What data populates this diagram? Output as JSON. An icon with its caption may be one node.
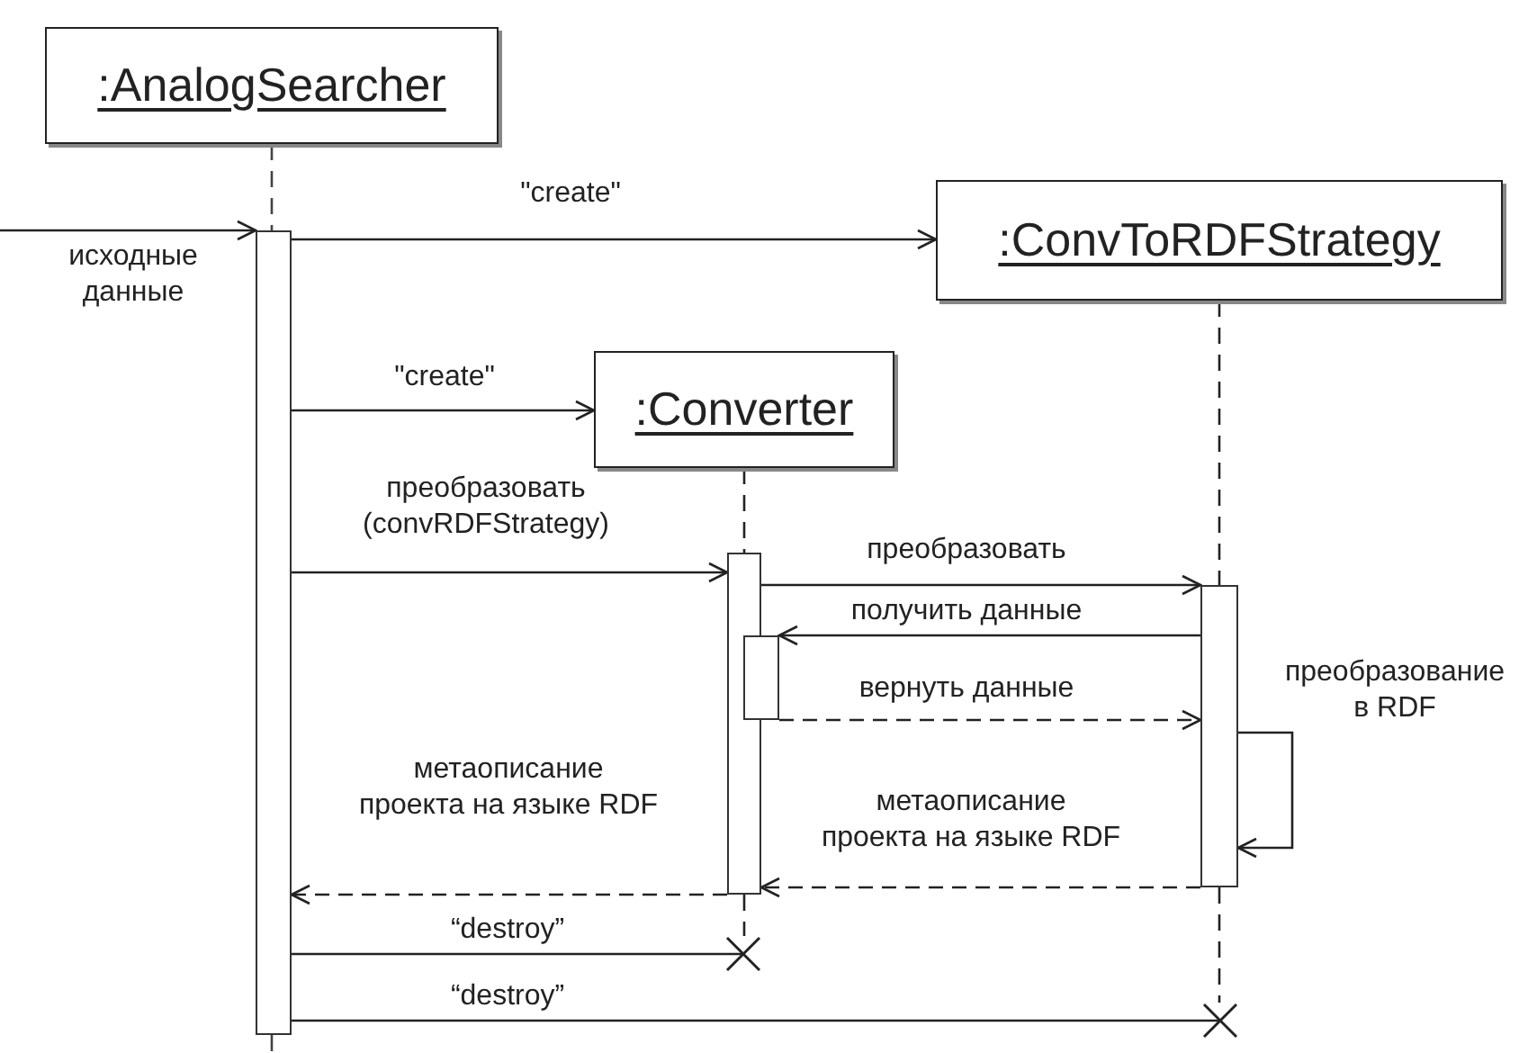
{
  "diagram": {
    "nodes": [
      {
        "text": [
          ":AnalogSearcher"
        ]
      },
      {
        "text": [
          ":ConvToRDFStrategy"
        ]
      },
      {
        "text": [
          ":Converter"
        ]
      },
      {
        "text": [],
        "shape": "bar"
      },
      {
        "text": [],
        "shape": "bar"
      },
      {
        "text": [],
        "shape": "bar"
      },
      {
        "text": [],
        "shape": "bar"
      },
      {
        "text": [],
        "shape": "cross"
      },
      {
        "text": [],
        "shape": "cross"
      }
    ],
    "edges": [
      {
        "from": null,
        "to": 3,
        "arrow": "to",
        "label": "исходные данные"
      },
      {
        "from": 3,
        "to": 1,
        "arrow": "to",
        "label": "\"create\""
      },
      {
        "from": 3,
        "to": 2,
        "arrow": "to",
        "label": "\"create\""
      },
      {
        "from": 3,
        "to": 4,
        "arrow": "to",
        "label": "преобразовать (convRDFStrategy)"
      },
      {
        "from": 4,
        "to": 5,
        "arrow": "to",
        "label": "преобразовать"
      },
      {
        "from": 5,
        "to": 6,
        "arrow": "to",
        "label": "получить данные"
      },
      {
        "from": 6,
        "to": 5,
        "arrow": "to",
        "label": "вернуть данные",
        "style": "dashed"
      },
      {
        "from": 5,
        "to": 5,
        "arrow": "to",
        "label": "преобразование в RDF"
      },
      {
        "from": 5,
        "to": 4,
        "arrow": "to",
        "label": "метаописание проекта на языке RDF",
        "style": "dashed"
      },
      {
        "from": 4,
        "to": 3,
        "arrow": "to",
        "label": "метаописание проекта на языке RDF",
        "style": "dashed"
      },
      {
        "from": 3,
        "to": 7,
        "arrow": "none",
        "label": "“destroy”"
      },
      {
        "from": 3,
        "to": 8,
        "arrow": "none",
        "label": "“destroy”"
      },
      {
        "from": 2,
        "to": 4,
        "arrow": "none",
        "style": "dashed"
      },
      {
        "from": 4,
        "to": 7,
        "arrow": "none",
        "style": "dashed"
      },
      {
        "from": 1,
        "to": 5,
        "arrow": "none",
        "style": "dashed"
      },
      {
        "from": 5,
        "to": 8,
        "arrow": "none",
        "style": "dashed"
      }
    ]
  }
}
